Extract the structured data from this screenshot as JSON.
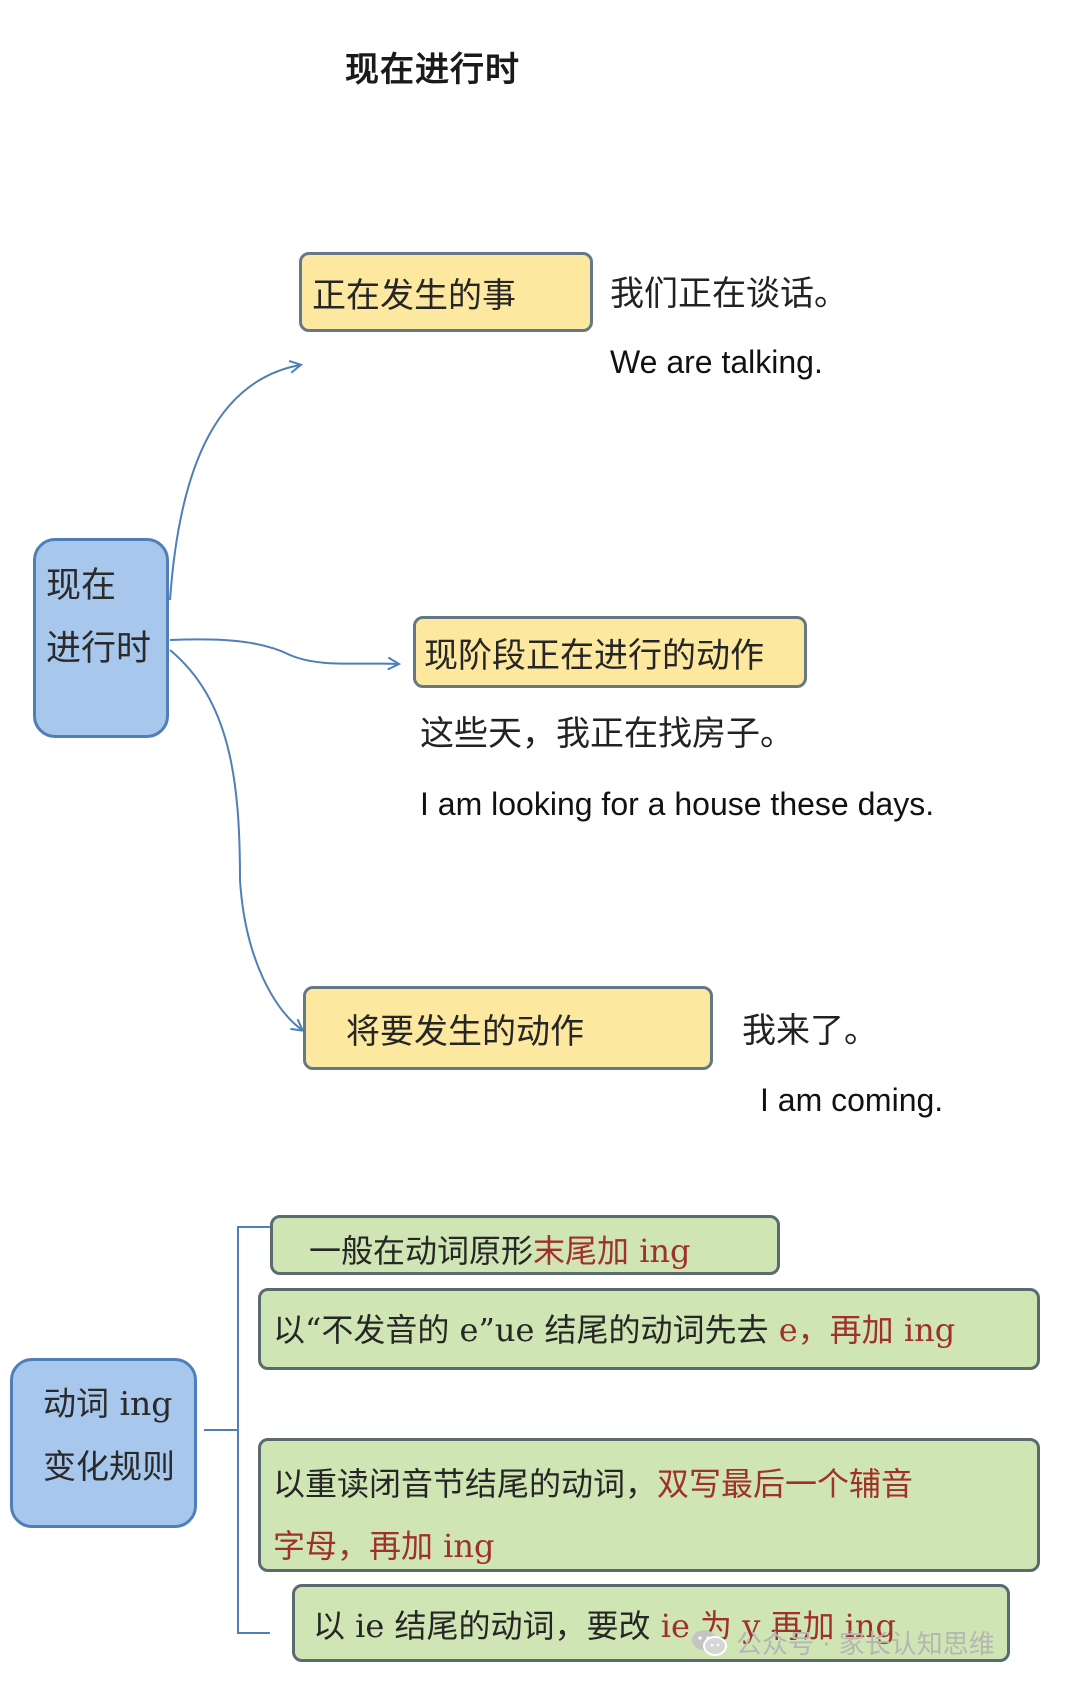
{
  "title": "现在进行时",
  "root": {
    "line1": "现在",
    "line2": "进行时"
  },
  "branches": [
    {
      "label": "正在发生的事",
      "example_cn": "我们正在谈话。",
      "example_en": "We are talking."
    },
    {
      "label": "现阶段正在进行的动作",
      "example_cn": "这些天，我正在找房子。",
      "example_en": "I am looking for a house these days."
    },
    {
      "label": "将要发生的动作",
      "example_cn": "我来了。",
      "example_en": "I am coming."
    }
  ],
  "rules_root": {
    "line1": "动词 ing",
    "line2": "变化规则"
  },
  "rules": [
    {
      "black": "一般在动词原形",
      "red": "末尾加 ing"
    },
    {
      "black": "以“不发音的 e”ue 结尾的动词先去 ",
      "red": "e，再加 ing"
    },
    {
      "black": "以重读闭音节结尾的动词，",
      "red": "双写最后一个辅音",
      "red2": "字母，再加 ing"
    },
    {
      "black": "以 ie 结尾的动词，要改 ",
      "red": "ie 为 y 再加 ing"
    }
  ],
  "watermark": "公众号 · 家长认知思维",
  "colors": {
    "blue_fill": "#a8c7ec",
    "yellow_fill": "#fde8a0",
    "green_fill": "#cfe6b4",
    "highlight_red": "#a0302a",
    "arrow_blue": "#4e7fb8"
  }
}
